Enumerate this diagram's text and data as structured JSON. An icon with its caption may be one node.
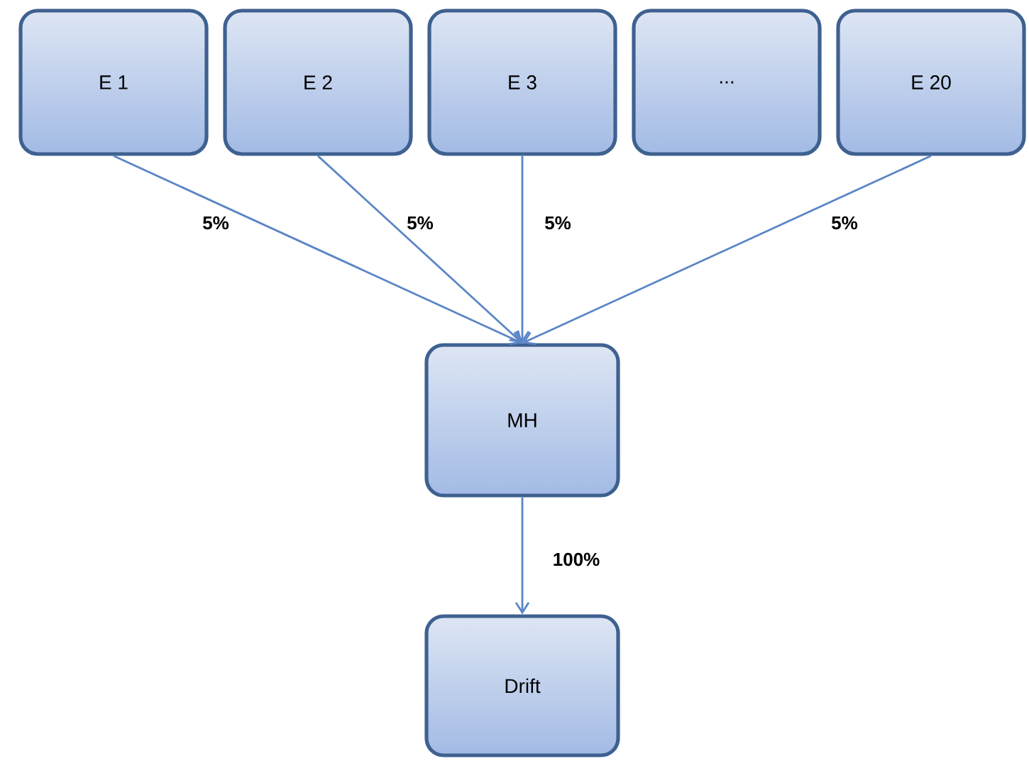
{
  "diagram": {
    "nodes": [
      {
        "text": [
          "E 1"
        ]
      },
      {
        "text": [
          "E 2"
        ]
      },
      {
        "text": [
          "E 3"
        ]
      },
      {
        "text": [
          "..."
        ]
      },
      {
        "text": [
          "E 20"
        ]
      },
      {
        "text": [
          "MH"
        ]
      },
      {
        "text": [
          "Drift"
        ]
      }
    ],
    "edges": [
      {
        "from": 0,
        "to": 5,
        "arrow": "to",
        "label": "5%"
      },
      {
        "from": 1,
        "to": 5,
        "arrow": "to",
        "label": "5%"
      },
      {
        "from": 2,
        "to": 5,
        "arrow": "to",
        "label": "5%"
      },
      {
        "from": 4,
        "to": 5,
        "arrow": "to",
        "label": "5%"
      },
      {
        "from": 5,
        "to": 6,
        "arrow": "to",
        "label": "100%"
      }
    ]
  }
}
